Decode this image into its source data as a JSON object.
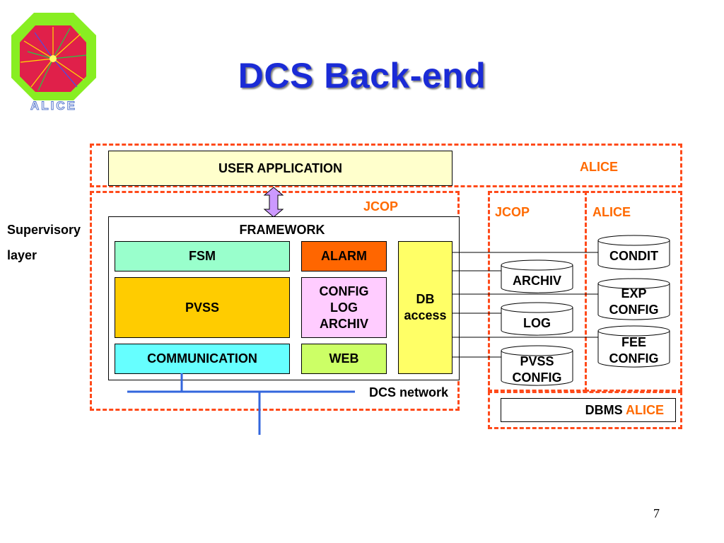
{
  "slide": {
    "title": "DCS Back-end",
    "page_number": "7",
    "logo_text": "ALICE"
  },
  "diagram": {
    "user_application": "USER APPLICATION",
    "alice_top": "ALICE",
    "jcop_framework": "JCOP",
    "jcop_db": "JCOP",
    "alice_db": "ALICE",
    "supervisory_line1": "Supervisory",
    "supervisory_line2": "layer",
    "framework": "FRAMEWORK",
    "fsm": "FSM",
    "alarm": "ALARM",
    "pvss": "PVSS",
    "config_log_archiv": [
      "CONFIG",
      "LOG",
      "ARCHIV"
    ],
    "communication": "COMMUNICATION",
    "web": "WEB",
    "db_access": [
      "DB",
      "access"
    ],
    "dcs_network": "DCS network",
    "archiv": "ARCHIV",
    "log": "LOG",
    "pvss_config": [
      "PVSS",
      "CONFIG"
    ],
    "condit": "CONDIT",
    "exp_config": [
      "EXP",
      "CONFIG"
    ],
    "fee_config": [
      "FEE",
      "CONFIG"
    ],
    "dbms": "DBMS",
    "dbms_alice": "ALICE"
  },
  "colors": {
    "title": "#1a2bd6",
    "dashed_border": "#ff4a1a",
    "orange_text": "#ff6a00",
    "user_app_fill": "#ffffcc",
    "fsm_fill": "#99ffcc",
    "alarm_fill": "#ff6600",
    "pvss_fill": "#ffcc00",
    "config_fill": "#ffccff",
    "comm_fill": "#66ffff",
    "web_fill": "#ccff66",
    "db_access_fill": "#ffff66",
    "network_line": "#3366dd",
    "arrow_fill": "#cc99ff"
  }
}
